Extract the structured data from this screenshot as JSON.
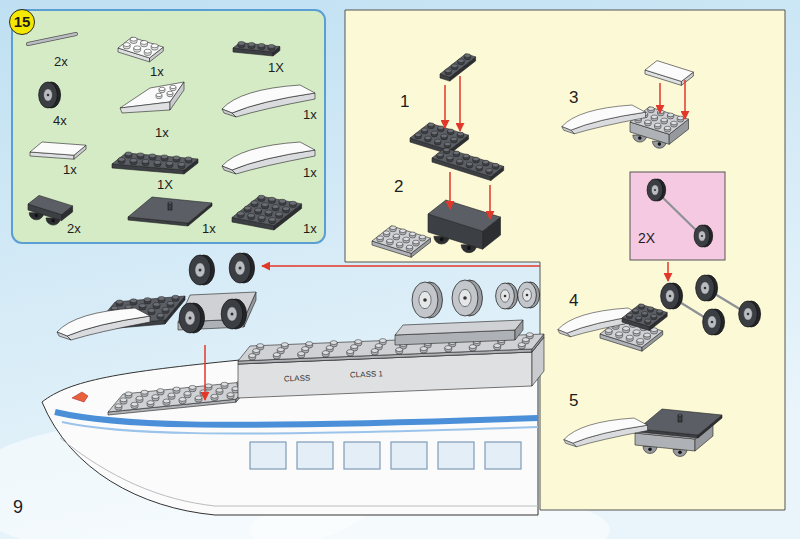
{
  "diagram": {
    "nodes": [
      {
        "text": [
          "2x",
          "1x",
          "1X",
          "4x",
          "1x",
          "1x",
          "1x",
          "1X",
          "1x",
          "2x",
          "1x",
          "1x"
        ]
      },
      {
        "text": [
          "15"
        ],
        "in": 0
      },
      {
        "text": [
          "1",
          "2",
          "3",
          "4",
          "5"
        ]
      },
      {
        "text": [
          "2X"
        ],
        "in": 2
      }
    ],
    "labels": [
      "9",
      "CLASS 1",
      "CLASS"
    ]
  }
}
